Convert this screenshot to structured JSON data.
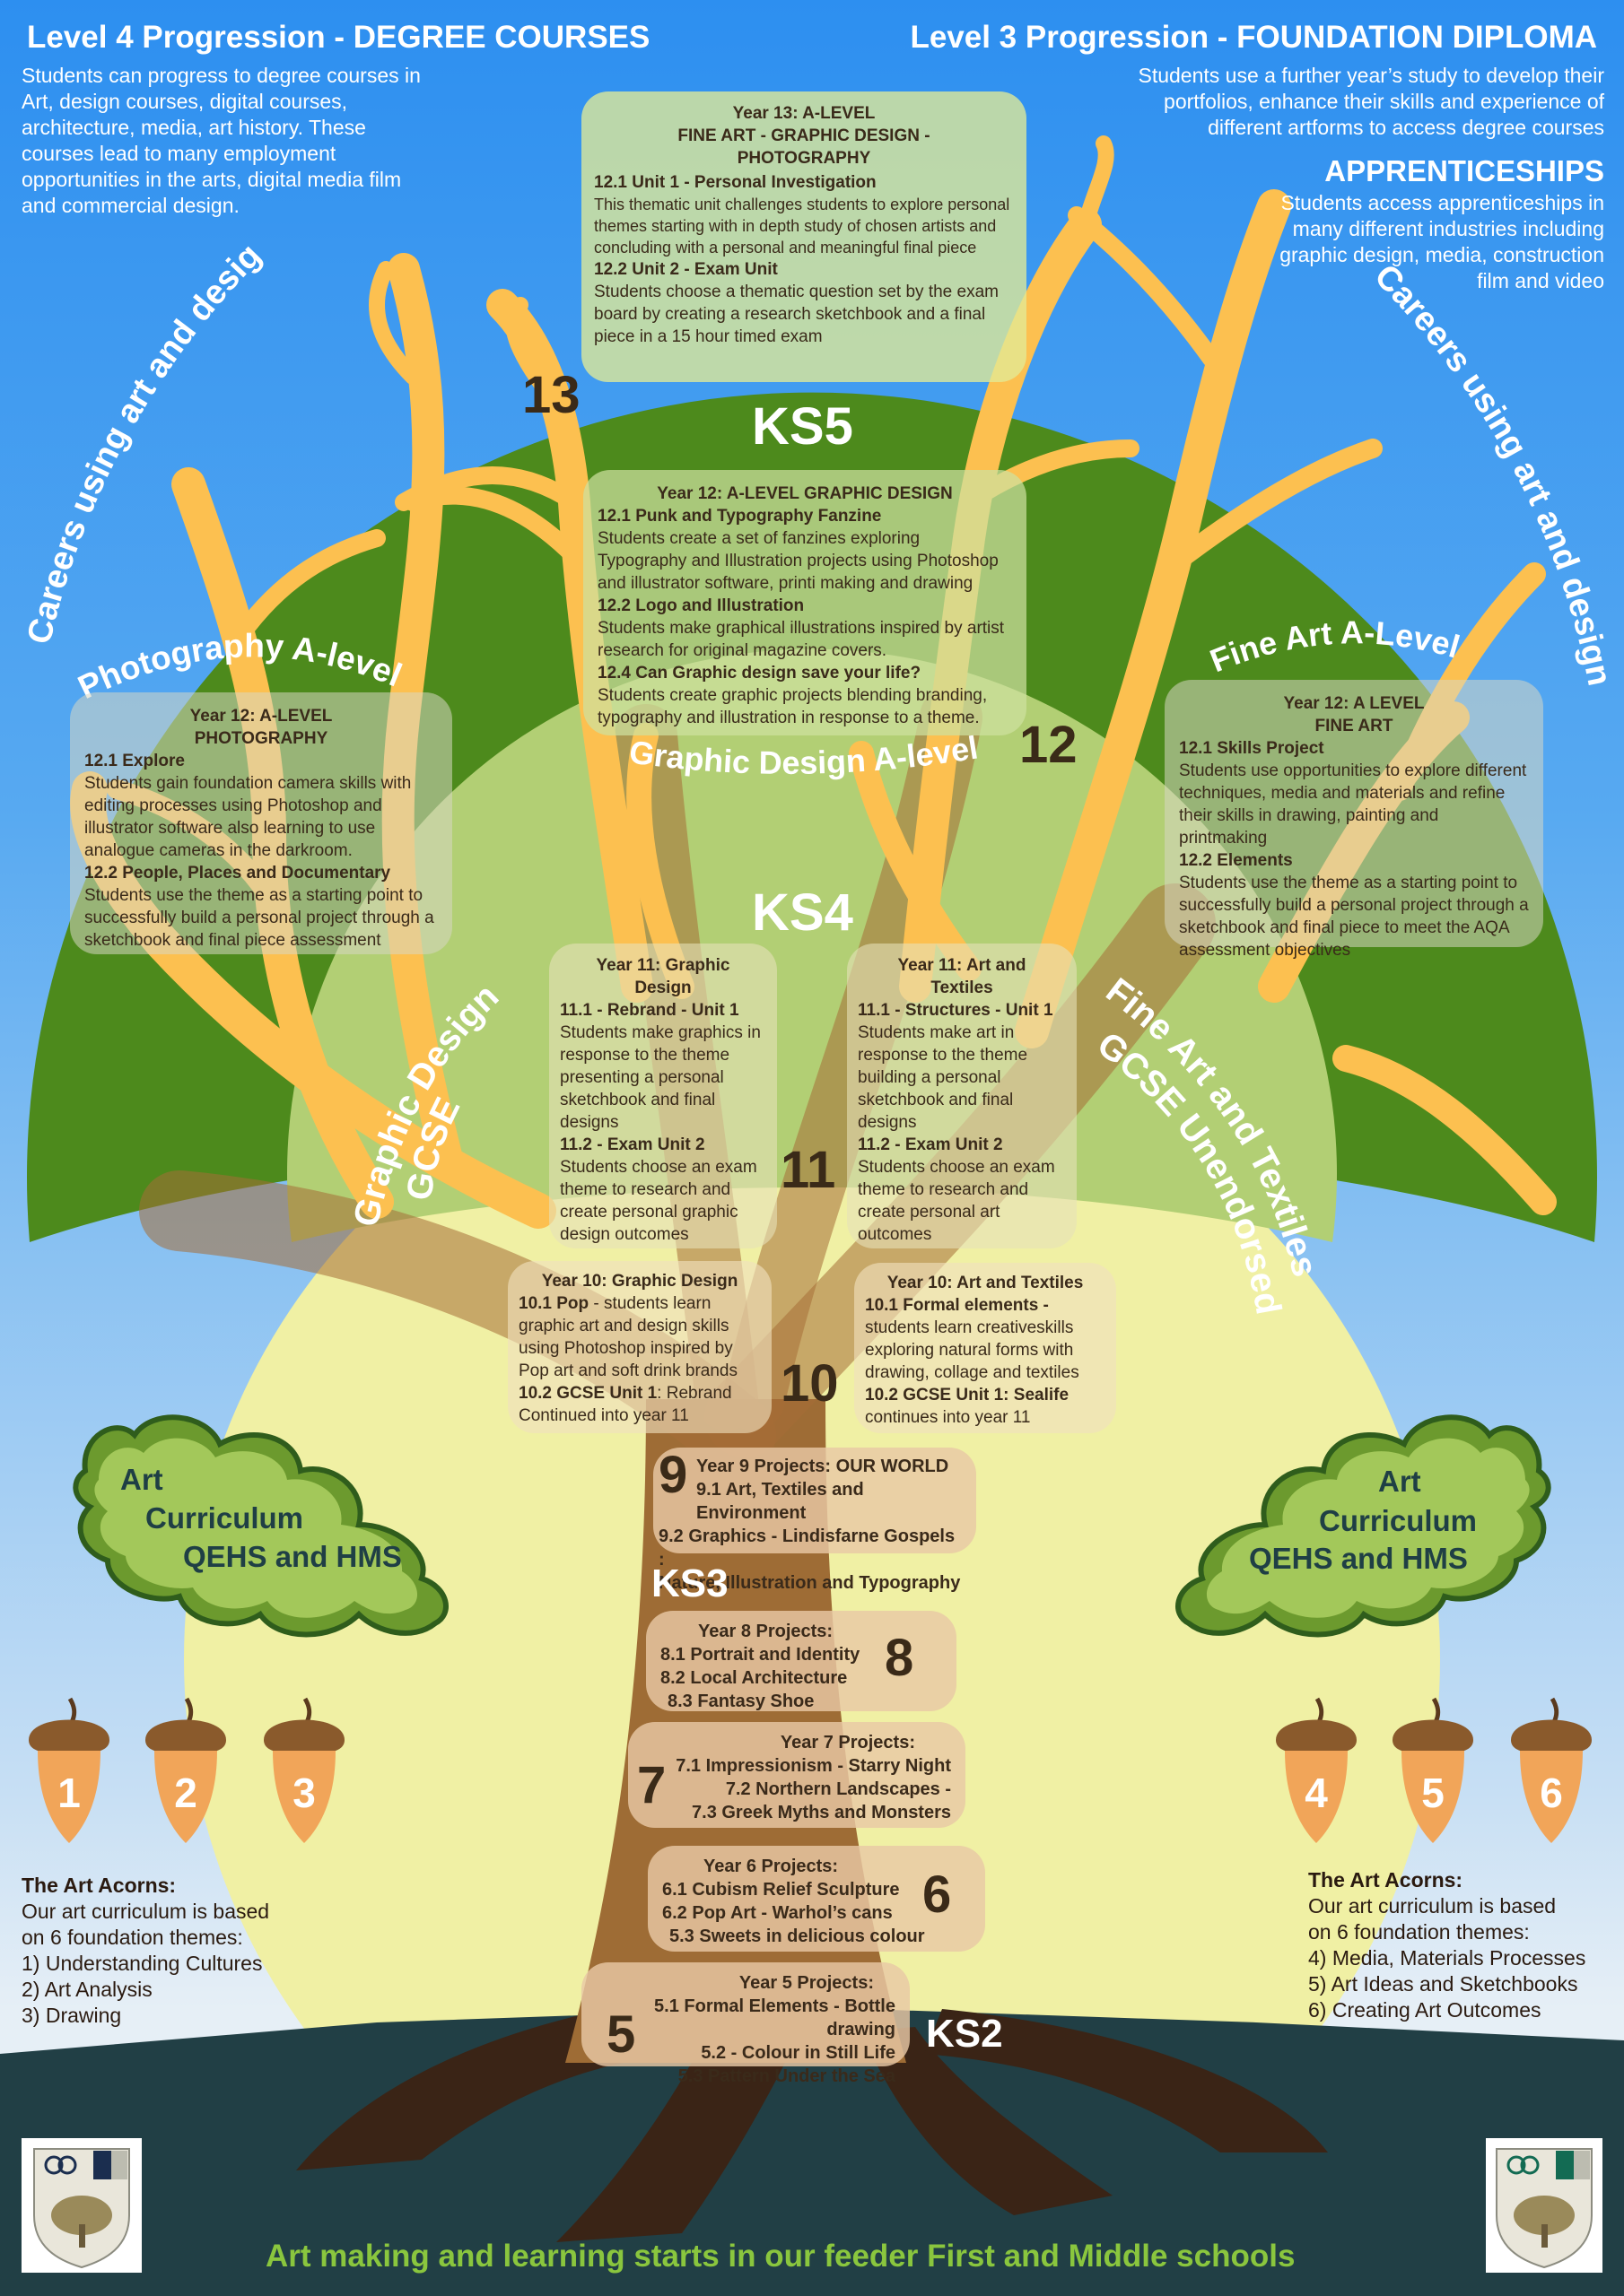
{
  "headers": {
    "left_title": "Level 4 Progression - DEGREE COURSES",
    "left_text": "Students can progress to degree courses in Art, design courses, digital courses, architecture, media, art history. These courses lead to many employment opportunities in the arts, digital media film and commercial design.",
    "right_title": "Level 3 Progression - FOUNDATION DIPLOMA",
    "right_text": "Students use a further year’s study to develop their portfolios, enhance their skills and experience of different artforms to access degree courses",
    "appr_title": "APPRENTICESHIPS",
    "appr_text": "Students access apprenticeships in many different industries including graphic design, media, construction film and video"
  },
  "arc_labels": {
    "careers_left": "Careers using art and design",
    "careers_right": "Careers using art and design",
    "photography": "Photography A-level",
    "graphic_alevel": "Graphic Design A-level",
    "fineart_alevel": "Fine Art A-Level",
    "graphic_gcse_1": "Graphic Design",
    "graphic_gcse_2": "GCSE",
    "fineart_gcse_1": "Fine Art and Textiles",
    "fineart_gcse_2": "GCSE Unendorsed"
  },
  "stages": {
    "ks5": "KS5",
    "ks4": "KS4",
    "ks3": "KS3",
    "ks2": "KS2"
  },
  "numbers": {
    "y13": "13",
    "y12": "12",
    "y11": "11",
    "y10": "10",
    "y9": "9",
    "y8": "8",
    "y7": "7",
    "y6": "6",
    "y5": "5"
  },
  "year13": {
    "title": "Year 13: A-LEVEL\nFINE ART - GRAPHIC DESIGN -\nPHOTOGRAPHY",
    "s1": "12.1 Unit 1 - Personal Investigation",
    "p1": "This thematic unit challenges students to explore personal themes starting with in depth study of chosen artists and concluding with a personal and meaningful final piece",
    "s2": "12.2 Unit 2  - Exam Unit",
    "p2": "Students choose a thematic question set by the exam board by creating a research sketchbook and a final piece in a 15 hour timed exam"
  },
  "year12_graphic": {
    "title": "Year 12: A-LEVEL GRAPHIC DESIGN",
    "s1": "12.1 Punk and Typography Fanzine",
    "p1": "Students create a set of fanzines  exploring Typography and Illustration projects using Photoshop and illustrator software, printi making and drawing",
    "s2": "12.2 Logo and Illustration",
    "p2": "Students make graphical illustrations inspired by artist research for original magazine covers.",
    "s3": "12.4 Can Graphic design save your life?",
    "p3": "Students create graphic projects blending branding, typography and illustration  in response to a theme."
  },
  "year12_photo": {
    "title": "Year 12:  A-LEVEL\nPHOTOGRAPHY",
    "s1": "12.1 Explore",
    "p1": "Students gain foundation camera skills with editing processes using Photoshop and illustrator software also learning to use analogue cameras in the darkroom.",
    "s2": "12.2 People, Places and Documentary",
    "p2": "Students use the theme as a starting point to successfully build a personal project through a sketchbook and final piece assessment"
  },
  "year12_fineart": {
    "title": "Year 12:  A LEVEL\nFINE ART",
    "s1": "12.1 Skills Project",
    "p1": "Students use opportunities to explore different techniques, media and materials and refine their skills in drawing, painting and printmaking",
    "s2": "12.2 Elements",
    "p2": "Students use the theme as a starting point to successfully build a personal project through a sketchbook and final piece to meet the AQA assessment objectives"
  },
  "year11_graphic": {
    "title": "Year 11:  Graphic\nDesign",
    "s1": "11.1 - Rebrand - Unit 1",
    "p1": "Students make graphics in response to the theme presenting a personal sketchbook and final designs",
    "s2": "11.2 - Exam Unit 2",
    "p2": "Students choose an exam theme to research and create personal graphic design outcomes"
  },
  "year11_art": {
    "title": "Year 11:  Art and\nTextiles",
    "s1": "11.1 - Structures - Unit 1",
    "p1": "Students make art in response to the theme building a personal sketchbook and final designs",
    "s2": "11.2 - Exam Unit 2",
    "p2": "Students choose an exam theme to research and create personal art outcomes"
  },
  "year10_graphic": {
    "title": "Year 10: Graphic Design",
    "s1": "10.1 Pop",
    "p1": " - students learn graphic art and  design skills using Photoshop inspired by Pop art and soft drink brands",
    "s2": "10.2 GCSE Unit 1",
    "s2b": ": Rebrand",
    "p2": "Continued into year 11"
  },
  "year10_art": {
    "title": "Year 10: Art and Textiles",
    "s1": "10.1 Formal elements -",
    "p1": "students learn creativeskills exploring natural forms with drawing, collage and textiles",
    "s2": "10.2 GCSE Unit 1: Sealife",
    "p2": "continues into year 11"
  },
  "year9": {
    "l1": "Year 9 Projects: OUR WORLD",
    "l2": "9.1 Art, Textiles and Environment",
    "l3": "9.2 Graphics - Lindisfarne Gospels :",
    "l4": "Nature, Illustration and Typography"
  },
  "year8": {
    "l1": "Year 8 Projects:",
    "l2": "8.1 Portrait and Identity",
    "l3": "8.2 Local Architecture",
    "l4": "8.3 Fantasy Shoe"
  },
  "year7": {
    "l1": "Year 7 Projects:",
    "l2": "7.1 Impressionism - Starry Night",
    "l3": "7.2 Northern Landscapes -",
    "l4": "7.3 Greek Myths and Monsters"
  },
  "year6": {
    "l1": "Year 6 Projects:",
    "l2": "6.1 Cubism Relief Sculpture",
    "l3": "6.2  Pop Art - Warhol’s cans",
    "l4": "5.3 Sweets in delicious colour"
  },
  "year5": {
    "l1": "Year 5 Projects:",
    "l2": "5.1 Formal Elements - Bottle drawing",
    "l3": "5.2 - Colour in Still Life",
    "l4": "5.3 Pattern Under the Sea"
  },
  "leaf_left": {
    "l1": "Art",
    "l2": "Curriculum",
    "l3": "QEHS and HMS"
  },
  "leaf_right": {
    "l1": "Art",
    "l2": "Curriculum",
    "l3": "QEHS and HMS"
  },
  "acorns_left": [
    "1",
    "2",
    "3"
  ],
  "acorns_right": [
    "4",
    "5",
    "6"
  ],
  "acorn_text_left": {
    "title": "The  Art Acorns:",
    "l1": "Our art curriculum is based",
    "l2": "on 6 foundation themes:",
    "l3": "1) Understanding Cultures",
    "l4": "2) Art Analysis",
    "l5": "3) Drawing"
  },
  "acorn_text_right": {
    "title": "The  Art Acorns:",
    "l1": "Our art curriculum is based",
    "l2": "on 6 foundation themes:",
    "l3": "4) Media, Materials Processes",
    "l4": "5) Art Ideas and Sketchbooks",
    "l5": "6) Creating Art Outcomes"
  },
  "footer": "Art making and learning  starts in our  feeder First and Middle schools",
  "colors": {
    "sky": "#2d8ff0",
    "canopy": "#4d8a1c",
    "inner_circle": "#b2cf74",
    "sun": "#f0f0a4",
    "branch": "#fcc050",
    "trunk": "#9e6c35",
    "ground": "#213f45",
    "footer": "#8ac63e"
  }
}
